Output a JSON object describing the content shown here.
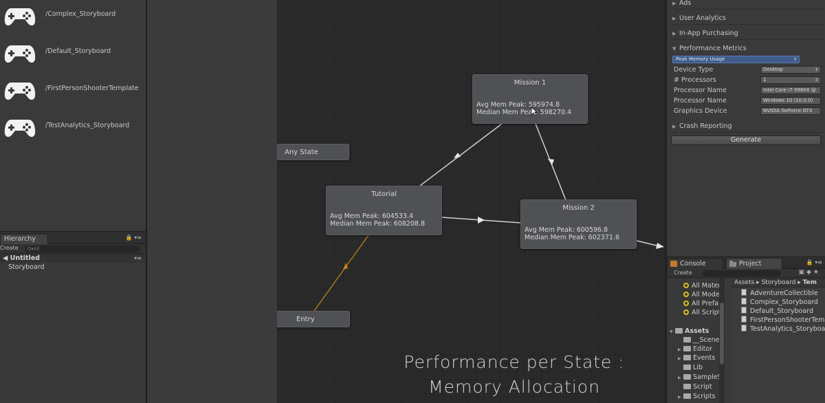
{
  "storyboards": [
    {
      "label": "/Complex_Storyboard"
    },
    {
      "label": "/Default_Storyboard"
    },
    {
      "label": "/FirstPersonShooterTemplate"
    },
    {
      "label": "/TestAnalytics_Storyboard"
    }
  ],
  "hierarchy": {
    "tab": "Hierarchy",
    "create": "Create",
    "search_placeholder": "Q▾All",
    "scene": "Untitled",
    "child": "Storyboard"
  },
  "graph": {
    "nodes": {
      "mission1": {
        "title": "Mission 1",
        "avg": "Avg Mem Peak: 595974.8",
        "median": "Median Mem Peak: 598270.4"
      },
      "tutorial": {
        "title": "Tutorial",
        "avg": "Avg Mem Peak: 604533.4",
        "median": "Median Mem Peak: 608208.8"
      },
      "mission2": {
        "title": "Mission 2",
        "avg": "Avg Mem Peak: 600596.8",
        "median": "Median Mem Peak: 602371.6"
      },
      "any_state": {
        "title": "Any State"
      },
      "entry": {
        "title": "Entry"
      }
    },
    "caption_line1": "Performance per State :",
    "caption_line2": "Memory Allocation",
    "colors": {
      "edge": "#d0d0d0",
      "entry_edge": "#c8861a"
    }
  },
  "inspector": {
    "sections": [
      "Ads",
      "User Analytics",
      "In-App Purchasing",
      "Performance Metrics",
      "Crash Reporting"
    ],
    "metric_select": "Peak Memory Usage",
    "props": [
      {
        "label": "Device Type",
        "value": "Desktop"
      },
      {
        "label": "# Processors",
        "value": "1"
      },
      {
        "label": "Processor Name",
        "value": "Intel Core i7-5960X @"
      },
      {
        "label": "Processor Name",
        "value": "Windows 10  (10.0.0)"
      },
      {
        "label": "Graphics Device",
        "value": "NVIDIA GeForce GTX"
      }
    ],
    "generate": "Generate"
  },
  "project": {
    "tabs": {
      "console": "Console",
      "project": "Project"
    },
    "create": "Create",
    "tree": {
      "favorites": [
        "All Materi",
        "All Model",
        "All Prefab",
        "All Script"
      ],
      "assets_root": "Assets",
      "folders": [
        "__Scenes",
        "Editor",
        "Events",
        "Lib",
        "SampleSc",
        "Script",
        "Scripts"
      ]
    },
    "breadcrumb": [
      "Assets",
      "Storyboard",
      "Tem"
    ],
    "files": [
      "AdventureCollectible",
      "Complex_Storyboard",
      "Default_Storyboard",
      "FirstPersonShooterTemp",
      "TestAnalytics_Storyboar"
    ]
  }
}
